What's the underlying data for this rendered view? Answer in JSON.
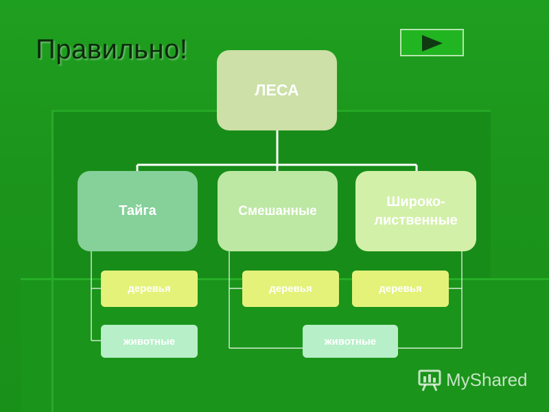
{
  "title": "Правильно!",
  "nav": {
    "next_icon": "play-triangle-icon"
  },
  "diagram": {
    "root": "ЛЕСА",
    "categories": [
      {
        "id": "taiga",
        "label": "Тайга"
      },
      {
        "id": "mixed",
        "label": "Смешанные"
      },
      {
        "id": "broad",
        "label_lines": [
          "Широко-",
          "лиственные"
        ]
      }
    ],
    "leaves": {
      "taiga_trees": "деревья",
      "taiga_animals": "животные",
      "mixed_trees": "деревья",
      "broad_trees": "деревья",
      "shared_animals": "животные"
    }
  },
  "watermark": {
    "text": "MyShared",
    "icon": "presentation-board-icon"
  },
  "colors": {
    "background": "#1c951c",
    "connector": "#ffffff",
    "root_fill": "#cce0a8",
    "taiga_fill": "#86d09a",
    "mixed_fill": "#bde8a4",
    "broad_fill": "#d3f0a9",
    "trees_fill": "#e4f27a",
    "animals_fill": "#b7efc8"
  }
}
